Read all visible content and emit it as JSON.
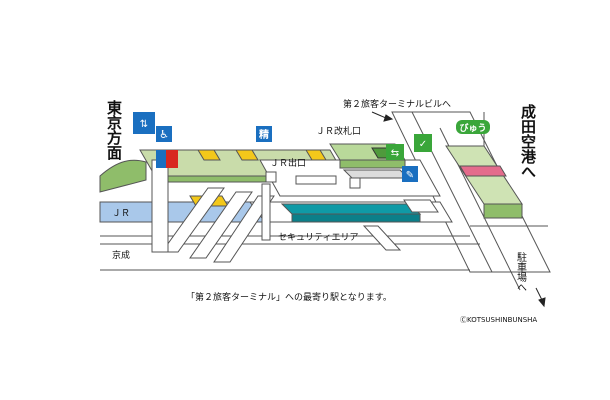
{
  "labels": {
    "tokyo_direction": "東京方面",
    "narita_direction": "成田空港へ",
    "terminal2_building": "第２旅客ターミナルビルへ",
    "jr_ticket_gate": "ＪＲ改札口",
    "jr_exit": "ＪＲ出口",
    "jr_line": "ＪＲ",
    "keisei_line": "京成",
    "security_area": "セキュリティエリア",
    "parking": "駐車場へ",
    "fare_adjustment": "精",
    "nearest_station_note": "「第２旅客ターミナル」への最寄り駅となります。",
    "copyright": "ⒸKOTSUSHINBUNSHA",
    "tourist_info": "びゅう"
  },
  "colors": {
    "platform_green": "#c9dcaa",
    "platform_green_dark": "#8fbd6a",
    "concourse_green": "#b9d99a",
    "track_blue": "#a9c8ea",
    "security_teal": "#0f9aa6",
    "stairs_yellow": "#f3c81a",
    "pink_block": "#e46c8c",
    "grey_floor": "#dcdcdc",
    "sign_blue": "#1a6fc0",
    "restroom_red": "#d8271f"
  },
  "icons": [
    "elevator-icon",
    "wheelchair-icon",
    "restroom-icon",
    "fare-adjustment-icon",
    "ticket-gate-icon",
    "ticket-counter-icon",
    "tourist-info-icon"
  ]
}
